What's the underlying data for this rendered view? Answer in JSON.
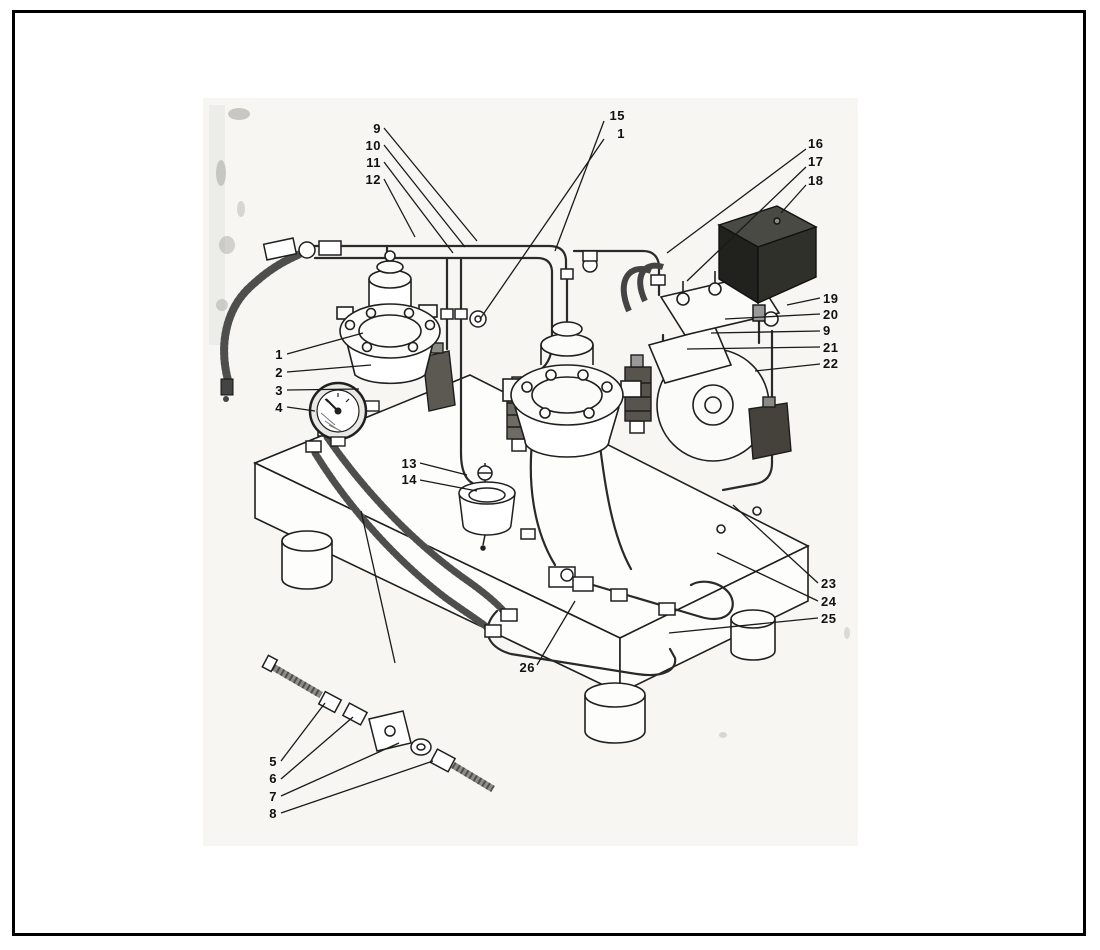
{
  "colors": {
    "ink": "#1a1a1a",
    "paper": "#ffffff",
    "box_dark": "#23211d"
  },
  "callouts": [
    {
      "label": "9"
    },
    {
      "label": "10"
    },
    {
      "label": "11"
    },
    {
      "label": "12"
    },
    {
      "label": "15"
    },
    {
      "label": "1"
    },
    {
      "label": "16"
    },
    {
      "label": "17"
    },
    {
      "label": "18"
    },
    {
      "label": "19"
    },
    {
      "label": "20"
    },
    {
      "label": "9"
    },
    {
      "label": "21"
    },
    {
      "label": "22"
    },
    {
      "label": "1"
    },
    {
      "label": "2"
    },
    {
      "label": "3"
    },
    {
      "label": "4"
    },
    {
      "label": "13"
    },
    {
      "label": "14"
    },
    {
      "label": "23"
    },
    {
      "label": "24"
    },
    {
      "label": "25"
    },
    {
      "label": "26"
    },
    {
      "label": "5"
    },
    {
      "label": "6"
    },
    {
      "label": "7"
    },
    {
      "label": "8"
    }
  ]
}
